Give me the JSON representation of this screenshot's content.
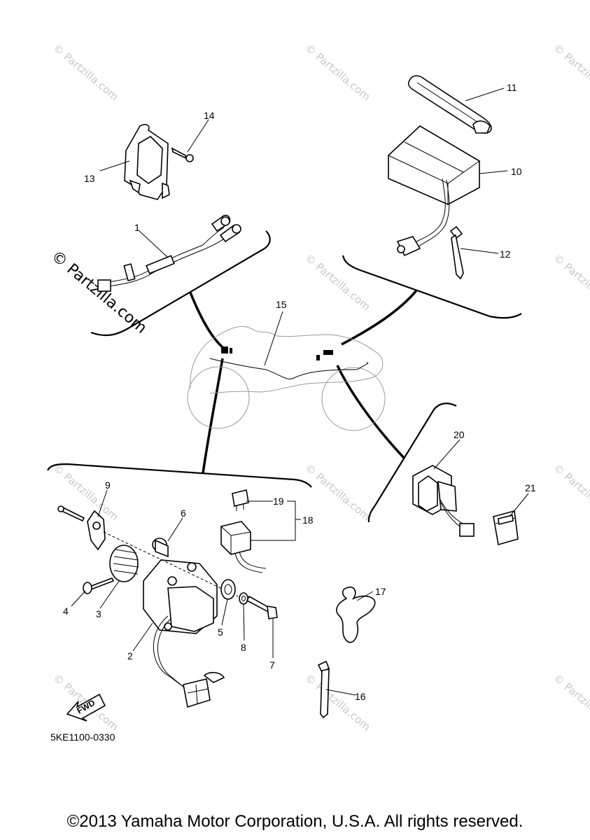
{
  "diagram_code": "5KE1100-0330",
  "fwd_label": "FWD",
  "copyright": "©2013 Yamaha Motor Corporation, U.S.A. All rights reserved.",
  "watermark": "© Partzilla.com",
  "watermark_small": "© Partzilla.com",
  "callouts": {
    "c1": "1",
    "c2": "2",
    "c3": "3",
    "c4": "4",
    "c5": "5",
    "c6": "6",
    "c7": "7",
    "c8": "8",
    "c9": "9",
    "c10": "10",
    "c11": "11",
    "c12": "12",
    "c13": "13",
    "c14": "14",
    "c15": "15",
    "c16": "16",
    "c17": "17",
    "c18": "18",
    "c19": "19",
    "c20": "20",
    "c21": "21"
  }
}
